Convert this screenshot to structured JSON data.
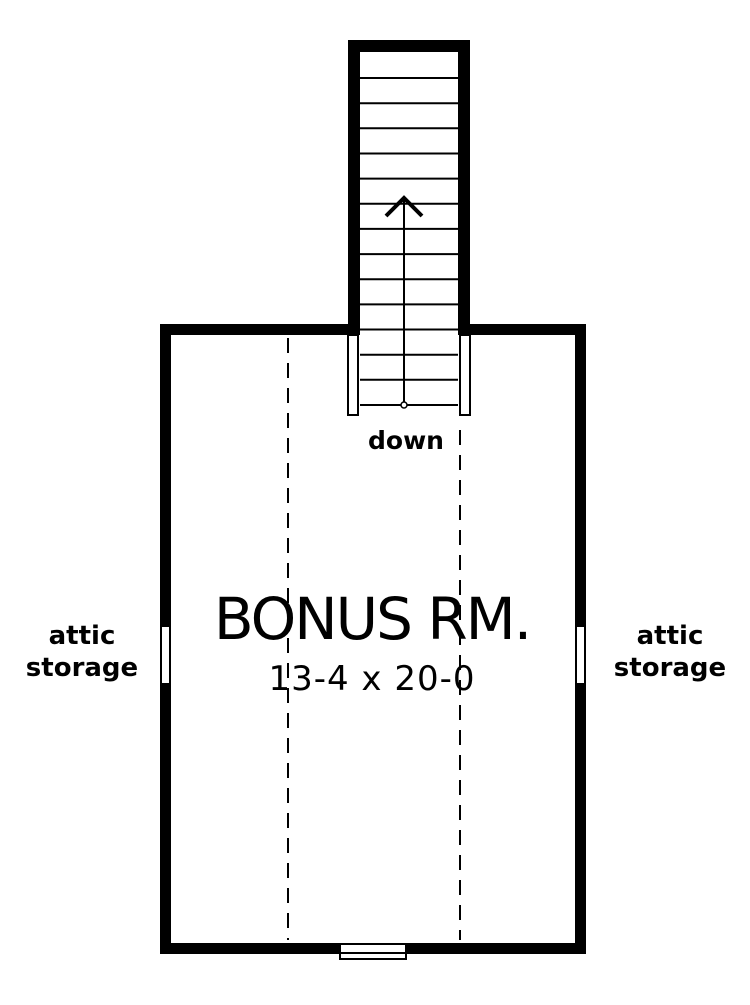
{
  "room": {
    "name": "BONUS RM.",
    "dimensions": "13-4  x  20-0"
  },
  "stair": {
    "label": "down",
    "tread_count": 14
  },
  "attic_left": {
    "line1": "attic",
    "line2": "storage"
  },
  "attic_right": {
    "line1": "attic",
    "line2": "storage"
  },
  "colors": {
    "wall": "#000000",
    "background": "#ffffff"
  }
}
